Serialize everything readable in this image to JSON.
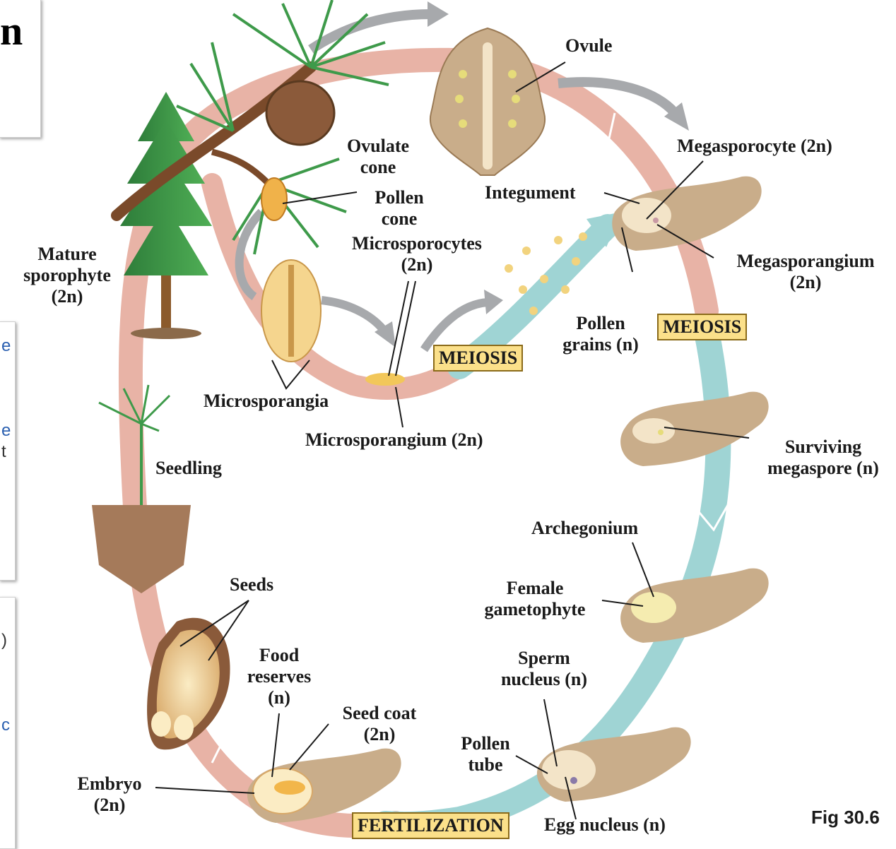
{
  "diagram": {
    "title_fragment": "n",
    "panel_fragments": [
      "e",
      "e",
      "t",
      ")",
      "c"
    ],
    "figure_label": "Fig 30.6",
    "labels": {
      "ovule": "Ovule",
      "ovulate_cone": [
        "Ovulate",
        "cone"
      ],
      "megasporocyte": "Megasporocyte (2n)",
      "integument": "Integument",
      "pollen_cone": [
        "Pollen",
        "cone"
      ],
      "microsporocytes": [
        "Microsporocytes",
        "(2n)"
      ],
      "megasporangium": [
        "Megasporangium",
        "(2n)"
      ],
      "mature_sporophyte": [
        "Mature",
        "sporophyte",
        "(2n)"
      ],
      "pollen_grains": [
        "Pollen",
        "grains (n)"
      ],
      "meiosis_top": "MEIOSIS",
      "meiosis_mid": "MEIOSIS",
      "microsporangia": "Microsporangia",
      "microsporangium": "Microsporangium (2n)",
      "seedling": "Seedling",
      "surviving_megaspore": [
        "Surviving",
        "megaspore (n)"
      ],
      "archegonium": "Archegonium",
      "female_gametophyte": [
        "Female",
        "gametophyte"
      ],
      "seeds": "Seeds",
      "food_reserves": [
        "Food",
        "reserves",
        "(n)"
      ],
      "sperm_nucleus": [
        "Sperm",
        "nucleus (n)"
      ],
      "seed_coat": [
        "Seed coat",
        "(2n)"
      ],
      "pollen_tube": [
        "Pollen",
        "tube"
      ],
      "embryo": [
        "Embryo",
        "(2n)"
      ],
      "fertilization": "FERTILIZATION",
      "egg_nucleus": "Egg nucleus (n)"
    }
  },
  "colors": {
    "diploid_band": "#e8b3a6",
    "haploid_band": "#9fd4d4",
    "cone_tan": "#c9ad8a",
    "label_box": "#fbe08a",
    "grey_arrow": "#a7a9ac",
    "pollen_yellow": "#f2d37e",
    "foliage_green": "#3e9a4a"
  }
}
